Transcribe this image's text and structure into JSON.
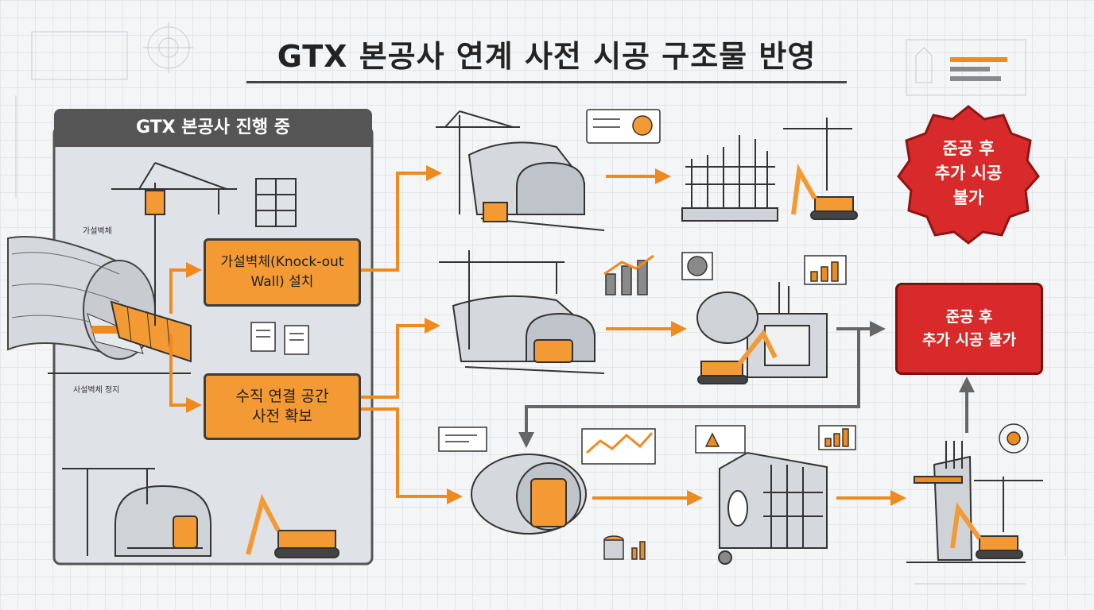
{
  "title": "GTX 본공사 연계 사전 시공 구조물 반영",
  "panel": {
    "header": "GTX 본공사 진행 중",
    "label_top": "가설벽체",
    "label_bottom": "사설벽체 정지"
  },
  "boxes": {
    "knockout": {
      "line1": "가설벽체(Knock-out",
      "line2": "Wall) 설치"
    },
    "vertical": {
      "line1": "수직 연결 공간",
      "line2": "사전 확보"
    }
  },
  "seal": {
    "line1": "준공 후",
    "line2": "추가 시공",
    "line3": "불가"
  },
  "redbox": {
    "line1": "준공 후",
    "line2": "추가 시공 불가"
  },
  "colors": {
    "orange": "#f39a35",
    "red": "#d82a2a",
    "dark": "#3d3d3d",
    "panel": "#555555"
  }
}
